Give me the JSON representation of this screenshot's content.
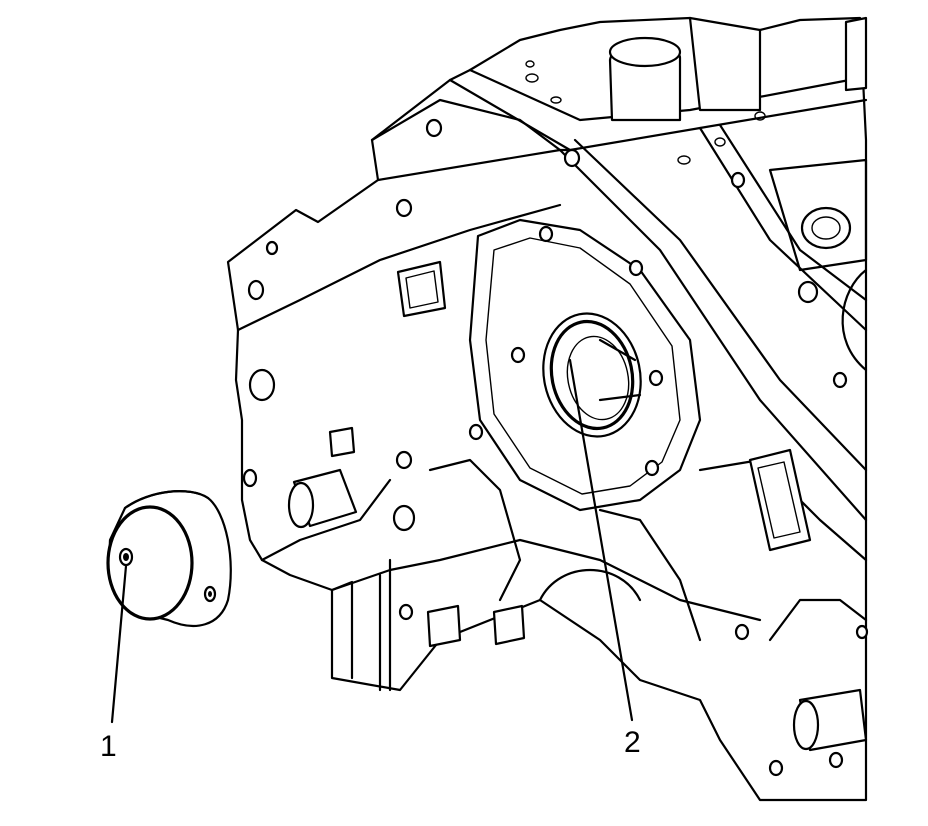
{
  "callouts": [
    {
      "label": "1",
      "part": "bearing"
    },
    {
      "label": "2",
      "part": "bore"
    }
  ]
}
